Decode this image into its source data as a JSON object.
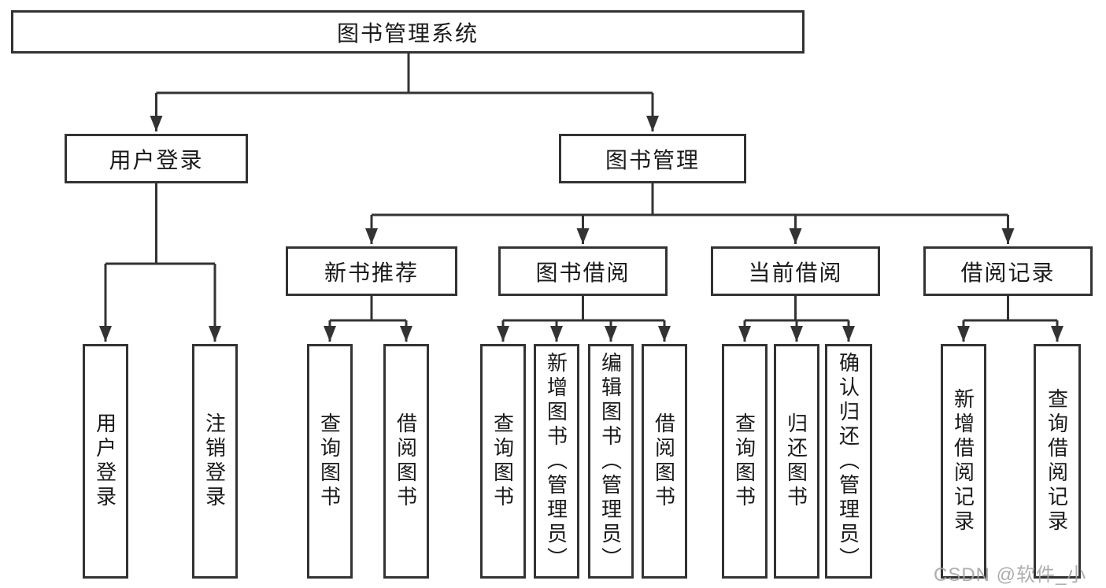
{
  "colors": {
    "background": "#ffffff",
    "line": "#333333",
    "box_border": "#333333",
    "text": "#1a1a1a",
    "watermark": "#a3a3a3"
  },
  "tree": {
    "root": "图书管理系统",
    "branches": [
      {
        "label": "用户登录",
        "leaves": [
          "用户登录",
          "注销登录"
        ]
      },
      {
        "label": "图书管理",
        "sections": [
          {
            "label": "新书推荐",
            "leaves": [
              "查询图书",
              "借阅图书"
            ]
          },
          {
            "label": "图书借阅",
            "leaves": [
              "查询图书",
              "新增图书（管理员）",
              "编辑图书（管理员）",
              "借阅图书"
            ]
          },
          {
            "label": "当前借阅",
            "leaves": [
              "查询图书",
              "归还图书",
              "确认归还（管理员）"
            ]
          },
          {
            "label": "借阅记录",
            "leaves": [
              "新增借阅记录",
              "查询借阅记录"
            ]
          }
        ]
      }
    ]
  },
  "watermark": "CSDN @软件_小贺同学"
}
